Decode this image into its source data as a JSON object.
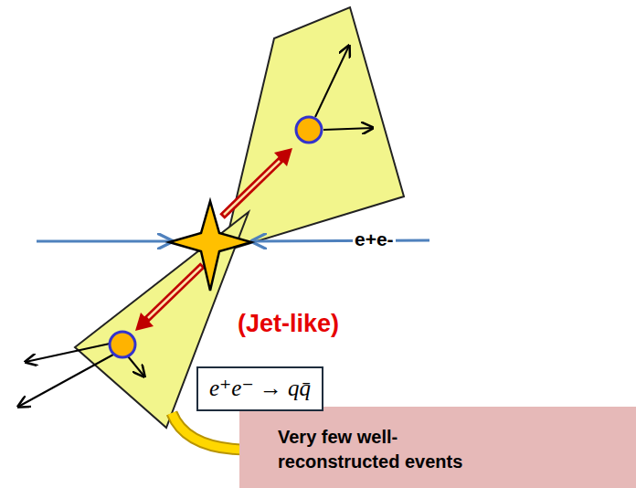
{
  "diagram": {
    "nodes": [
      {
        "text": [
          "e⁺e⁻ → qq̄"
        ]
      },
      {
        "text": [
          "Very few well-reconstructed events"
        ]
      }
    ],
    "labels": [
      "e+e-",
      "(Jet-like)"
    ]
  }
}
